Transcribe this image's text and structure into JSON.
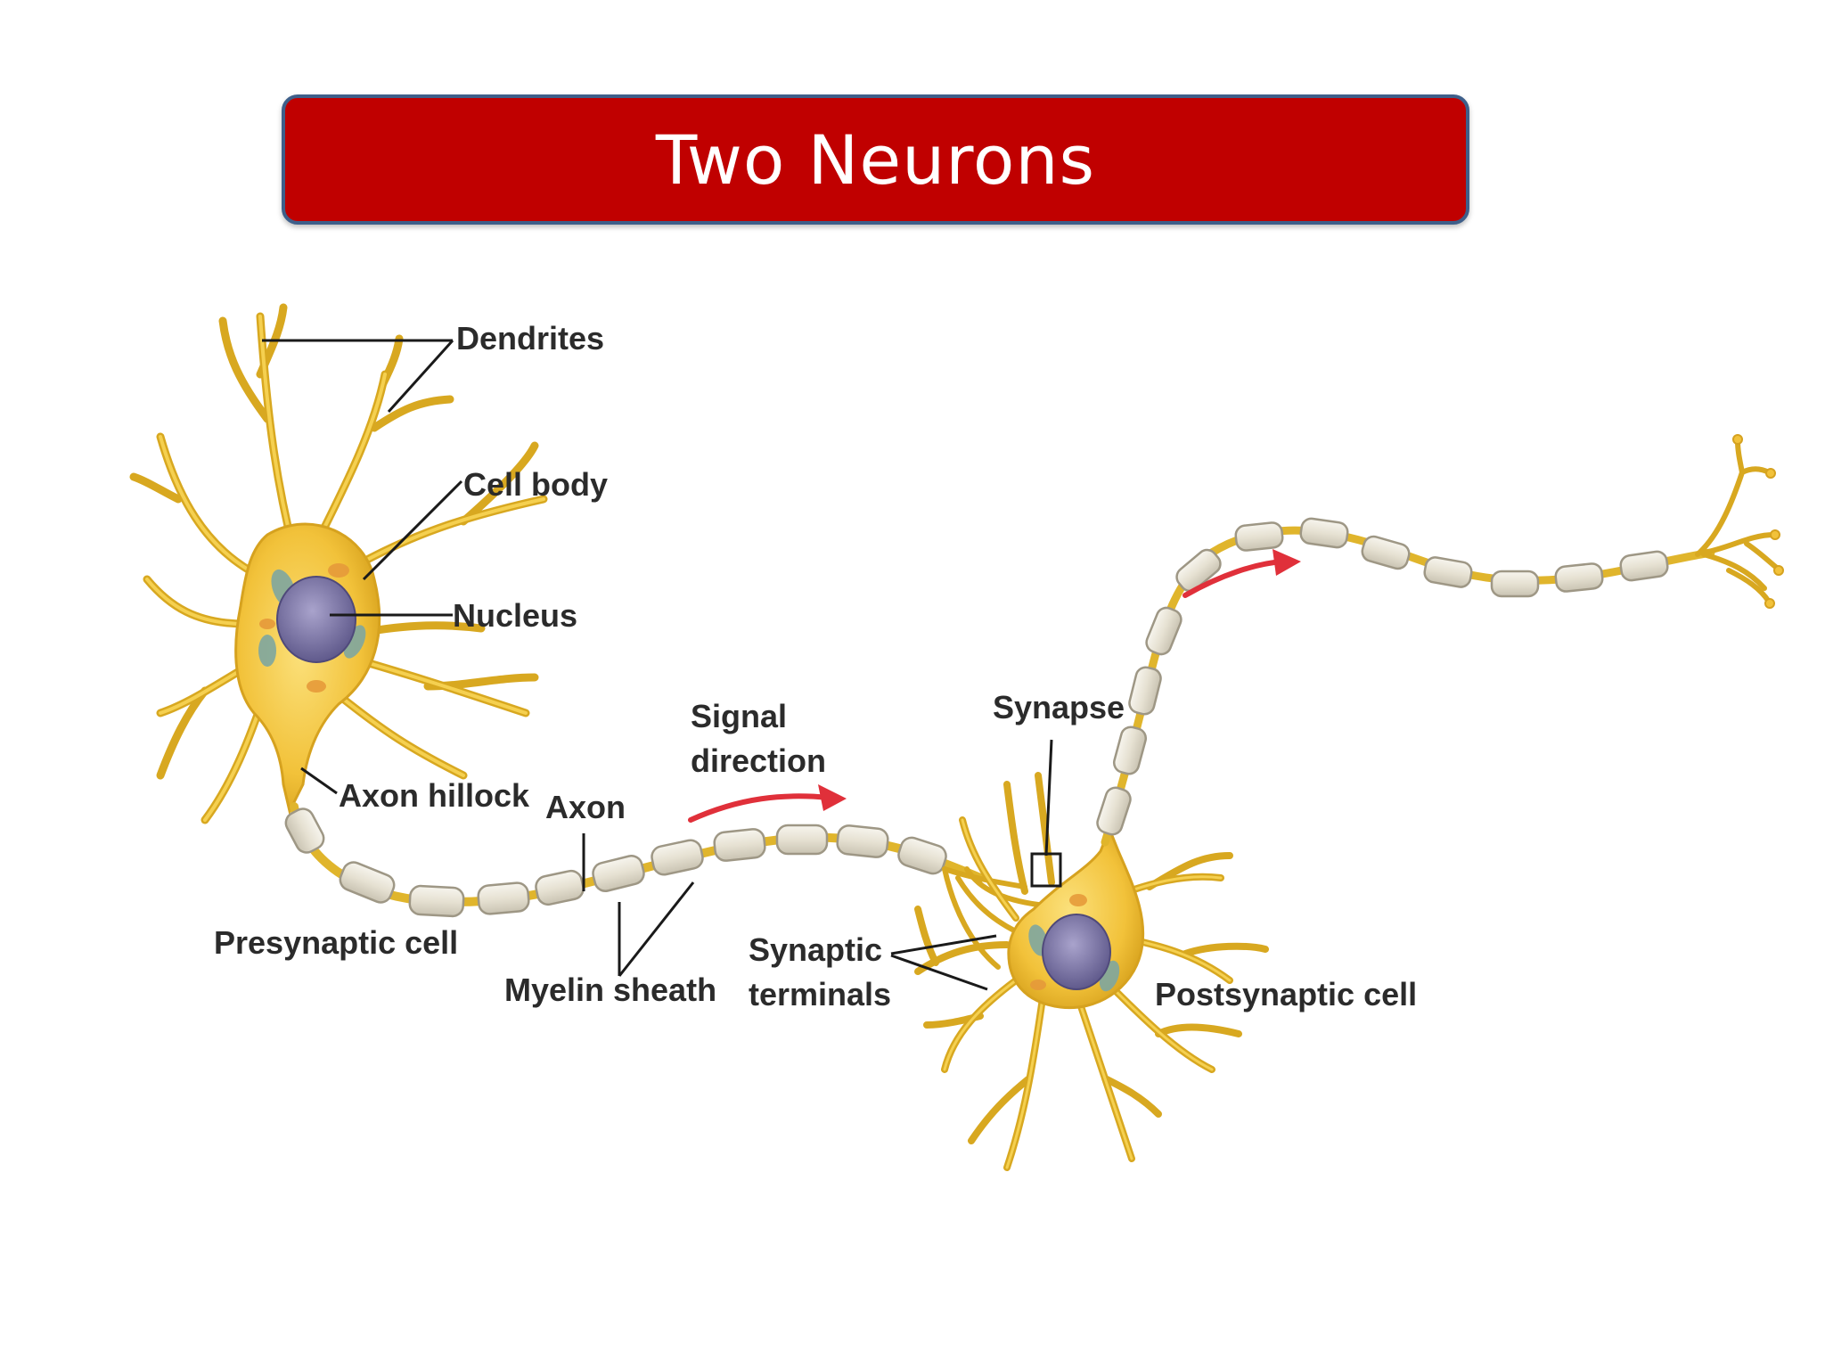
{
  "title": "Two Neurons",
  "labels": {
    "dendrites": "Dendrites",
    "cell_body": "Cell body",
    "nucleus": "Nucleus",
    "axon_hillock": "Axon hillock",
    "axon": "Axon",
    "signal_direction_line1": "Signal",
    "signal_direction_line2": "direction",
    "synapse": "Synapse",
    "presynaptic_cell": "Presynaptic cell",
    "myelin_sheath": "Myelin sheath",
    "synaptic_terminals_line1": "Synaptic",
    "synaptic_terminals_line2": "terminals",
    "postsynaptic_cell": "Postsynaptic cell"
  },
  "colors": {
    "banner": "#c00000",
    "banner_border": "#3e5f8a",
    "cell": "#f2c23a",
    "myelin": "#e8e4d6",
    "nucleus": "#7e78a8",
    "arrow": "#e0303a"
  }
}
